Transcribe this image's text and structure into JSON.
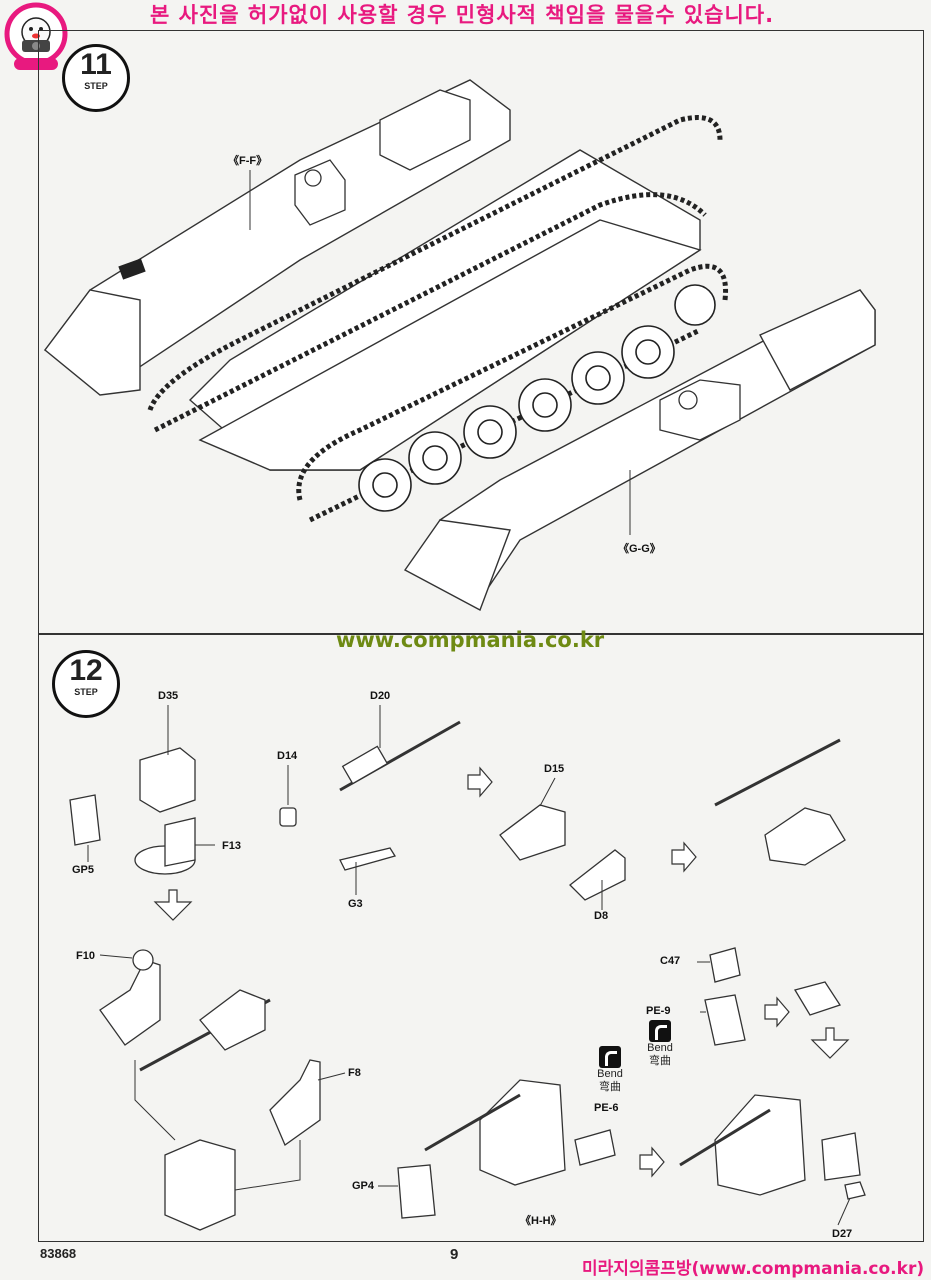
{
  "header": {
    "warning": "본 사진을 허가없이 사용할 경우 민형사적 책임을 물을수 있습니다."
  },
  "step11": {
    "number": "11",
    "word": "STEP",
    "label_ff": "《F-F》",
    "label_gg": "《G-G》"
  },
  "watermark": {
    "url": "www.compmania.co.kr"
  },
  "step12": {
    "number": "12",
    "word": "STEP",
    "parts": {
      "d35": "D35",
      "gp5": "GP5",
      "f13": "F13",
      "d14": "D14",
      "d20": "D20",
      "g3": "G3",
      "d15": "D15",
      "d8": "D8",
      "f10": "F10",
      "f8": "F8",
      "c47": "C47",
      "pe9": "PE-9",
      "pe6": "PE-6",
      "gp4": "GP4",
      "d27": "D27"
    },
    "bend_en": "Bend",
    "bend_cn": "弯曲",
    "label_hh": "《H-H》"
  },
  "footer": {
    "catalog": "83868",
    "page": "9",
    "site": "미라지의콤프방(www.compmania.co.kr)"
  },
  "colors": {
    "warning": "#e8197f",
    "watermark": "#6e8a13",
    "line": "#333333"
  }
}
